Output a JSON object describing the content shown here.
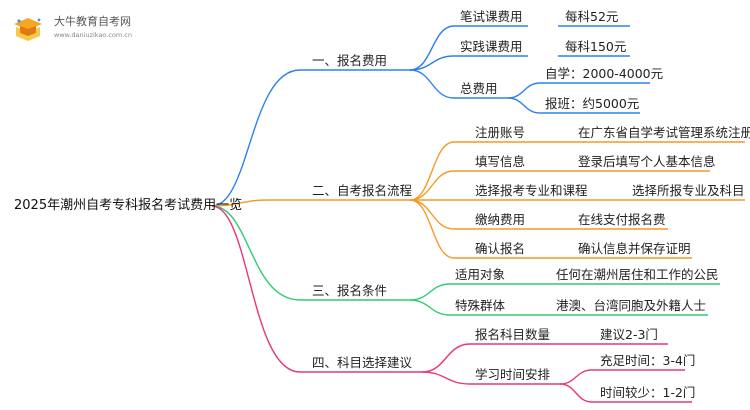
{
  "logo": {
    "title": "大牛教育自考网",
    "url": "www.daniuzikao.com.cn"
  },
  "root": "2025年潮州自考专科报名考试费用一览",
  "colors": {
    "blue": "#2f80ed",
    "orange": "#f59a23",
    "green": "#2ecc71",
    "pink": "#e8377a"
  },
  "branches": [
    {
      "label": "一、报名费用",
      "color": "blue",
      "children": [
        {
          "label": "笔试课费用",
          "leaf": "每科52元"
        },
        {
          "label": "实践课费用",
          "leaf": "每科150元"
        },
        {
          "label": "总费用",
          "sub": [
            "自学：2000-4000元",
            "报班：约5000元"
          ]
        }
      ]
    },
    {
      "label": "二、自考报名流程",
      "color": "orange",
      "children": [
        {
          "label": "注册账号",
          "leaf": "在广东省自学考试管理系统注册"
        },
        {
          "label": "填写信息",
          "leaf": "登录后填写个人基本信息"
        },
        {
          "label": "选择报考专业和课程",
          "leaf": "选择所报专业及科目"
        },
        {
          "label": "缴纳费用",
          "leaf": "在线支付报名费"
        },
        {
          "label": "确认报名",
          "leaf": "确认信息并保存证明"
        }
      ]
    },
    {
      "label": "三、报名条件",
      "color": "green",
      "children": [
        {
          "label": "适用对象",
          "leaf": "任何在潮州居住和工作的公民"
        },
        {
          "label": "特殊群体",
          "leaf": "港澳、台湾同胞及外籍人士"
        }
      ]
    },
    {
      "label": "四、科目选择建议",
      "color": "pink",
      "children": [
        {
          "label": "报名科目数量",
          "leaf": "建议2-3门"
        },
        {
          "label": "学习时间安排",
          "sub": [
            "充足时间：3-4门",
            "时间较少：1-2门"
          ]
        }
      ]
    }
  ]
}
